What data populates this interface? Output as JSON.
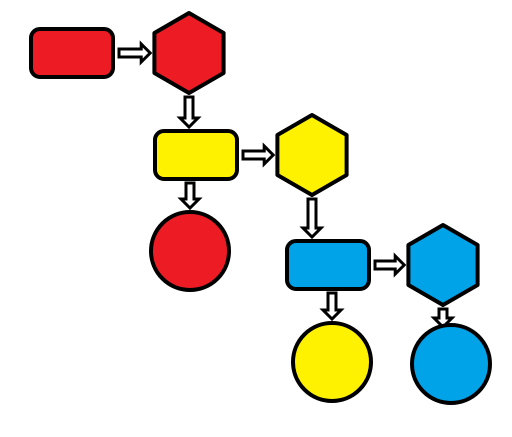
{
  "diagram": {
    "colors": {
      "red": "#ed1c24",
      "yellow": "#fff200",
      "blue": "#00a2e8",
      "stroke": "#000000",
      "arrow_fill": "#ffffff"
    },
    "nodes": [
      {
        "id": "red-rect",
        "shape": "rounded-rect",
        "color": "red"
      },
      {
        "id": "red-hexagon",
        "shape": "hexagon",
        "color": "red"
      },
      {
        "id": "yellow-rect",
        "shape": "rounded-rect",
        "color": "yellow"
      },
      {
        "id": "yellow-hexagon",
        "shape": "hexagon",
        "color": "yellow"
      },
      {
        "id": "red-circle",
        "shape": "circle",
        "color": "red"
      },
      {
        "id": "blue-rect",
        "shape": "rounded-rect",
        "color": "blue"
      },
      {
        "id": "blue-hexagon",
        "shape": "hexagon",
        "color": "blue"
      },
      {
        "id": "yellow-circle",
        "shape": "circle",
        "color": "yellow"
      },
      {
        "id": "blue-circle",
        "shape": "circle",
        "color": "blue"
      }
    ],
    "edges": [
      {
        "from": "red-rect",
        "to": "red-hexagon",
        "direction": "right"
      },
      {
        "from": "red-hexagon",
        "to": "yellow-rect",
        "direction": "down"
      },
      {
        "from": "yellow-rect",
        "to": "yellow-hexagon",
        "direction": "right"
      },
      {
        "from": "yellow-rect",
        "to": "red-circle",
        "direction": "down"
      },
      {
        "from": "yellow-hexagon",
        "to": "blue-rect",
        "direction": "down"
      },
      {
        "from": "blue-rect",
        "to": "blue-hexagon",
        "direction": "right"
      },
      {
        "from": "blue-rect",
        "to": "yellow-circle",
        "direction": "down"
      },
      {
        "from": "blue-hexagon",
        "to": "blue-circle",
        "direction": "down"
      }
    ]
  }
}
